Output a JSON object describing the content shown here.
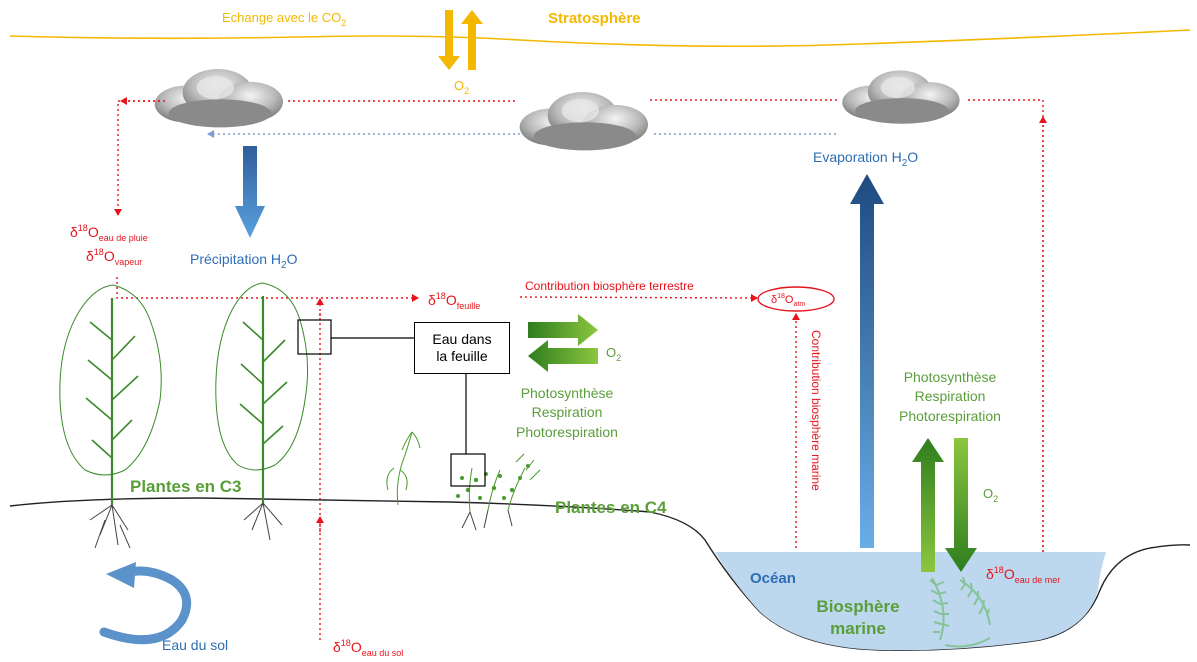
{
  "top": {
    "exchange": "Echange avec le CO",
    "exchange_sub": "2",
    "stratosphere": "Stratosphère",
    "o2": "O",
    "o2_sub": "2"
  },
  "water": {
    "precipitation": "Précipitation H",
    "precipitation_sub": "2",
    "precipitation_tail": "O",
    "evaporation": "Evaporation H",
    "evaporation_sub": "2",
    "evaporation_tail": "O",
    "soil_water": "Eau du sol"
  },
  "isotopes": {
    "delta": "δ",
    "mass": "18",
    "element": "O",
    "rain": "eau de pluie",
    "vapor": "vapeur",
    "leaf": "feuille",
    "atm": "atm",
    "soil": "eau du sol",
    "sea": "eau de mer"
  },
  "leaf_box": {
    "line1": "Eau dans",
    "line2": "la feuille"
  },
  "processes": {
    "photosynthesis": "Photosynthèse",
    "respiration": "Respiration",
    "photorespiration": "Photorespiration",
    "o2": "O",
    "o2_sub": "2"
  },
  "contributions": {
    "terrestrial": "Contribution biosphère terrestre",
    "marine": "Contribution biosphère marine"
  },
  "plants": {
    "c3": "Plantes en C3",
    "c4": "Plantes en C4"
  },
  "ocean": {
    "label": "Océan",
    "bio_line1": "Biosphère",
    "bio_line2": "marine"
  },
  "colors": {
    "stratosphere": "#f5b800",
    "isotope_red": "#e8141c",
    "water_blue": "#2e6db4",
    "plant_green": "#4a9a2e",
    "text_green": "#5a9e3a",
    "ocean": "#bcd7ee"
  }
}
